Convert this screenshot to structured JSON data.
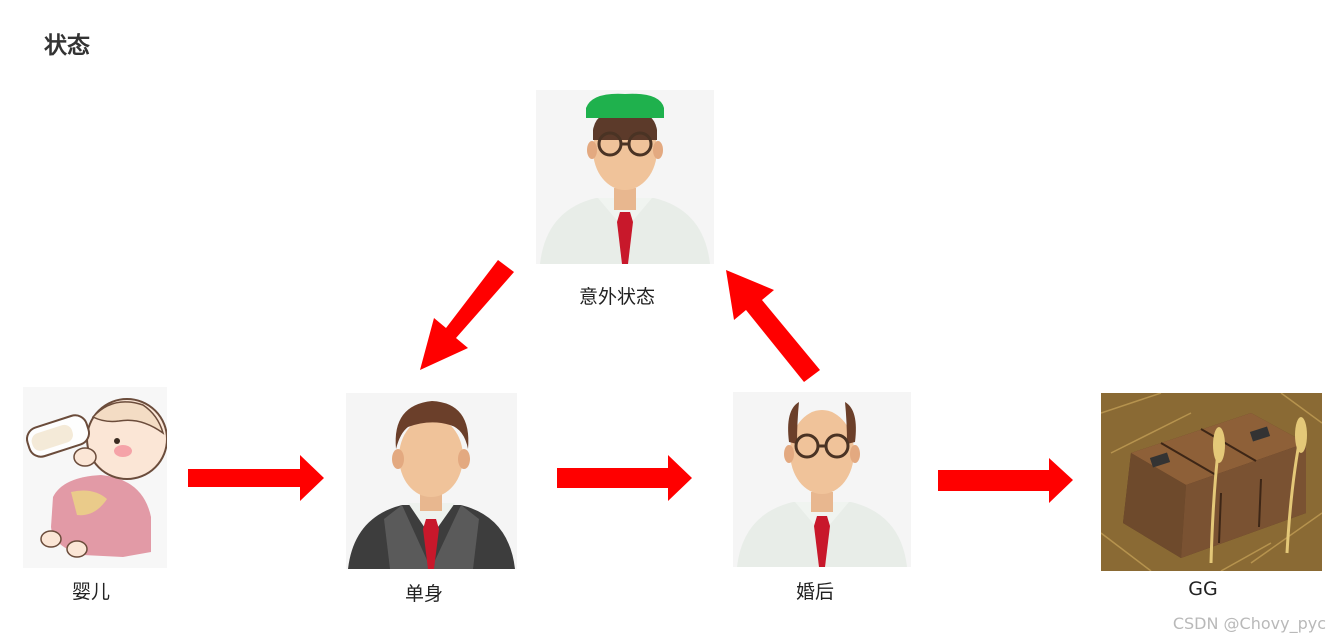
{
  "title": "状态",
  "nodes": {
    "baby": {
      "label": "婴儿",
      "icon": "baby-drinking-bottle-icon"
    },
    "single": {
      "label": "单身",
      "icon": "man-in-suit-icon"
    },
    "married": {
      "label": "婚后",
      "icon": "balding-man-with-glasses-icon"
    },
    "accident": {
      "label": "意外状态",
      "icon": "man-with-green-hat-icon"
    },
    "gg": {
      "label": "GG",
      "icon": "wooden-coffin-box-icon"
    }
  },
  "edges": [
    {
      "from": "婴儿",
      "to": "单身"
    },
    {
      "from": "单身",
      "to": "婚后"
    },
    {
      "from": "婚后",
      "to": "GG"
    },
    {
      "from": "婚后",
      "to": "意外状态"
    },
    {
      "from": "意外状态",
      "to": "单身"
    }
  ],
  "colors": {
    "arrow": "#ff0000",
    "hat": "#1fb14d",
    "tie": "#c8182b"
  },
  "watermark": "CSDN @Chovy_pyc"
}
